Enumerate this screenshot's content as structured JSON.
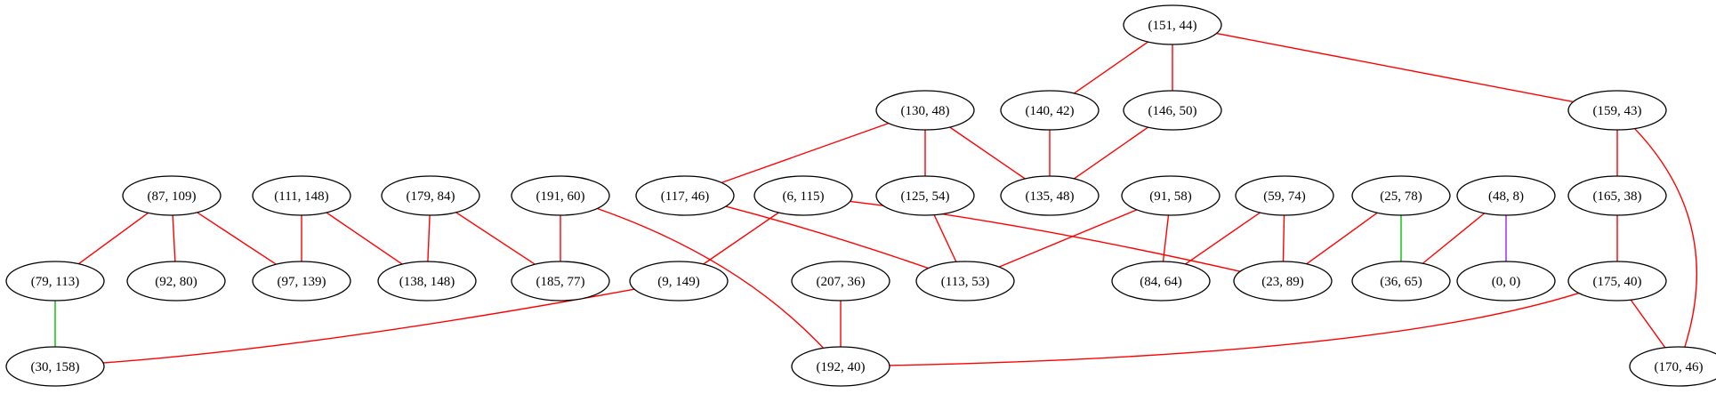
{
  "edge_colors": {
    "red": "#ff0000",
    "green": "#00c000",
    "purple": "#a020f0"
  },
  "nodes": [
    {
      "id": "n_151_44",
      "label": "(151, 44)"
    },
    {
      "id": "n_130_48",
      "label": "(130, 48)"
    },
    {
      "id": "n_140_42",
      "label": "(140, 42)"
    },
    {
      "id": "n_146_50",
      "label": "(146, 50)"
    },
    {
      "id": "n_159_43",
      "label": "(159, 43)"
    },
    {
      "id": "n_87_109",
      "label": "(87, 109)"
    },
    {
      "id": "n_111_148",
      "label": "(111, 148)"
    },
    {
      "id": "n_179_84",
      "label": "(179, 84)"
    },
    {
      "id": "n_191_60",
      "label": "(191, 60)"
    },
    {
      "id": "n_117_46",
      "label": "(117, 46)"
    },
    {
      "id": "n_6_115",
      "label": "(6, 115)"
    },
    {
      "id": "n_125_54",
      "label": "(125, 54)"
    },
    {
      "id": "n_135_48",
      "label": "(135, 48)"
    },
    {
      "id": "n_91_58",
      "label": "(91, 58)"
    },
    {
      "id": "n_59_74",
      "label": "(59, 74)"
    },
    {
      "id": "n_25_78",
      "label": "(25, 78)"
    },
    {
      "id": "n_48_8",
      "label": "(48, 8)"
    },
    {
      "id": "n_165_38",
      "label": "(165, 38)"
    },
    {
      "id": "n_79_113",
      "label": "(79, 113)"
    },
    {
      "id": "n_92_80",
      "label": "(92, 80)"
    },
    {
      "id": "n_97_139",
      "label": "(97, 139)"
    },
    {
      "id": "n_138_148",
      "label": "(138, 148)"
    },
    {
      "id": "n_185_77",
      "label": "(185, 77)"
    },
    {
      "id": "n_9_149",
      "label": "(9, 149)"
    },
    {
      "id": "n_207_36",
      "label": "(207, 36)"
    },
    {
      "id": "n_113_53",
      "label": "(113, 53)"
    },
    {
      "id": "n_84_64",
      "label": "(84, 64)"
    },
    {
      "id": "n_23_89",
      "label": "(23, 89)"
    },
    {
      "id": "n_36_65",
      "label": "(36, 65)"
    },
    {
      "id": "n_0_0",
      "label": "(0, 0)"
    },
    {
      "id": "n_175_40",
      "label": "(175, 40)"
    },
    {
      "id": "n_30_158",
      "label": "(30, 158)"
    },
    {
      "id": "n_192_40",
      "label": "(192, 40)"
    },
    {
      "id": "n_170_46",
      "label": "(170, 46)"
    }
  ],
  "edges": [
    {
      "from": "n_151_44",
      "to": "n_140_42",
      "color": "red"
    },
    {
      "from": "n_151_44",
      "to": "n_146_50",
      "color": "red"
    },
    {
      "from": "n_151_44",
      "to": "n_159_43",
      "color": "red"
    },
    {
      "from": "n_130_48",
      "to": "n_117_46",
      "color": "red"
    },
    {
      "from": "n_130_48",
      "to": "n_125_54",
      "color": "red"
    },
    {
      "from": "n_130_48",
      "to": "n_135_48",
      "color": "red"
    },
    {
      "from": "n_140_42",
      "to": "n_135_48",
      "color": "red"
    },
    {
      "from": "n_146_50",
      "to": "n_135_48",
      "color": "red"
    },
    {
      "from": "n_159_43",
      "to": "n_165_38",
      "color": "red"
    },
    {
      "from": "n_159_43",
      "to": "n_170_46",
      "color": "red"
    },
    {
      "from": "n_87_109",
      "to": "n_79_113",
      "color": "red"
    },
    {
      "from": "n_87_109",
      "to": "n_92_80",
      "color": "red"
    },
    {
      "from": "n_87_109",
      "to": "n_97_139",
      "color": "red"
    },
    {
      "from": "n_111_148",
      "to": "n_97_139",
      "color": "red"
    },
    {
      "from": "n_111_148",
      "to": "n_138_148",
      "color": "red"
    },
    {
      "from": "n_179_84",
      "to": "n_138_148",
      "color": "red"
    },
    {
      "from": "n_179_84",
      "to": "n_185_77",
      "color": "red"
    },
    {
      "from": "n_191_60",
      "to": "n_185_77",
      "color": "red"
    },
    {
      "from": "n_191_60",
      "to": "n_192_40",
      "color": "red"
    },
    {
      "from": "n_117_46",
      "to": "n_113_53",
      "color": "red"
    },
    {
      "from": "n_6_115",
      "to": "n_9_149",
      "color": "red"
    },
    {
      "from": "n_6_115",
      "to": "n_23_89",
      "color": "red"
    },
    {
      "from": "n_125_54",
      "to": "n_113_53",
      "color": "red"
    },
    {
      "from": "n_91_58",
      "to": "n_113_53",
      "color": "red"
    },
    {
      "from": "n_91_58",
      "to": "n_84_64",
      "color": "red"
    },
    {
      "from": "n_59_74",
      "to": "n_84_64",
      "color": "red"
    },
    {
      "from": "n_59_74",
      "to": "n_23_89",
      "color": "red"
    },
    {
      "from": "n_25_78",
      "to": "n_23_89",
      "color": "red"
    },
    {
      "from": "n_25_78",
      "to": "n_36_65",
      "color": "green"
    },
    {
      "from": "n_48_8",
      "to": "n_36_65",
      "color": "red"
    },
    {
      "from": "n_48_8",
      "to": "n_0_0",
      "color": "purple"
    },
    {
      "from": "n_165_38",
      "to": "n_175_40",
      "color": "red"
    },
    {
      "from": "n_79_113",
      "to": "n_30_158",
      "color": "green"
    },
    {
      "from": "n_9_149",
      "to": "n_30_158",
      "color": "red"
    },
    {
      "from": "n_207_36",
      "to": "n_192_40",
      "color": "red"
    },
    {
      "from": "n_175_40",
      "to": "n_192_40",
      "color": "red"
    },
    {
      "from": "n_175_40",
      "to": "n_170_46",
      "color": "red"
    }
  ]
}
